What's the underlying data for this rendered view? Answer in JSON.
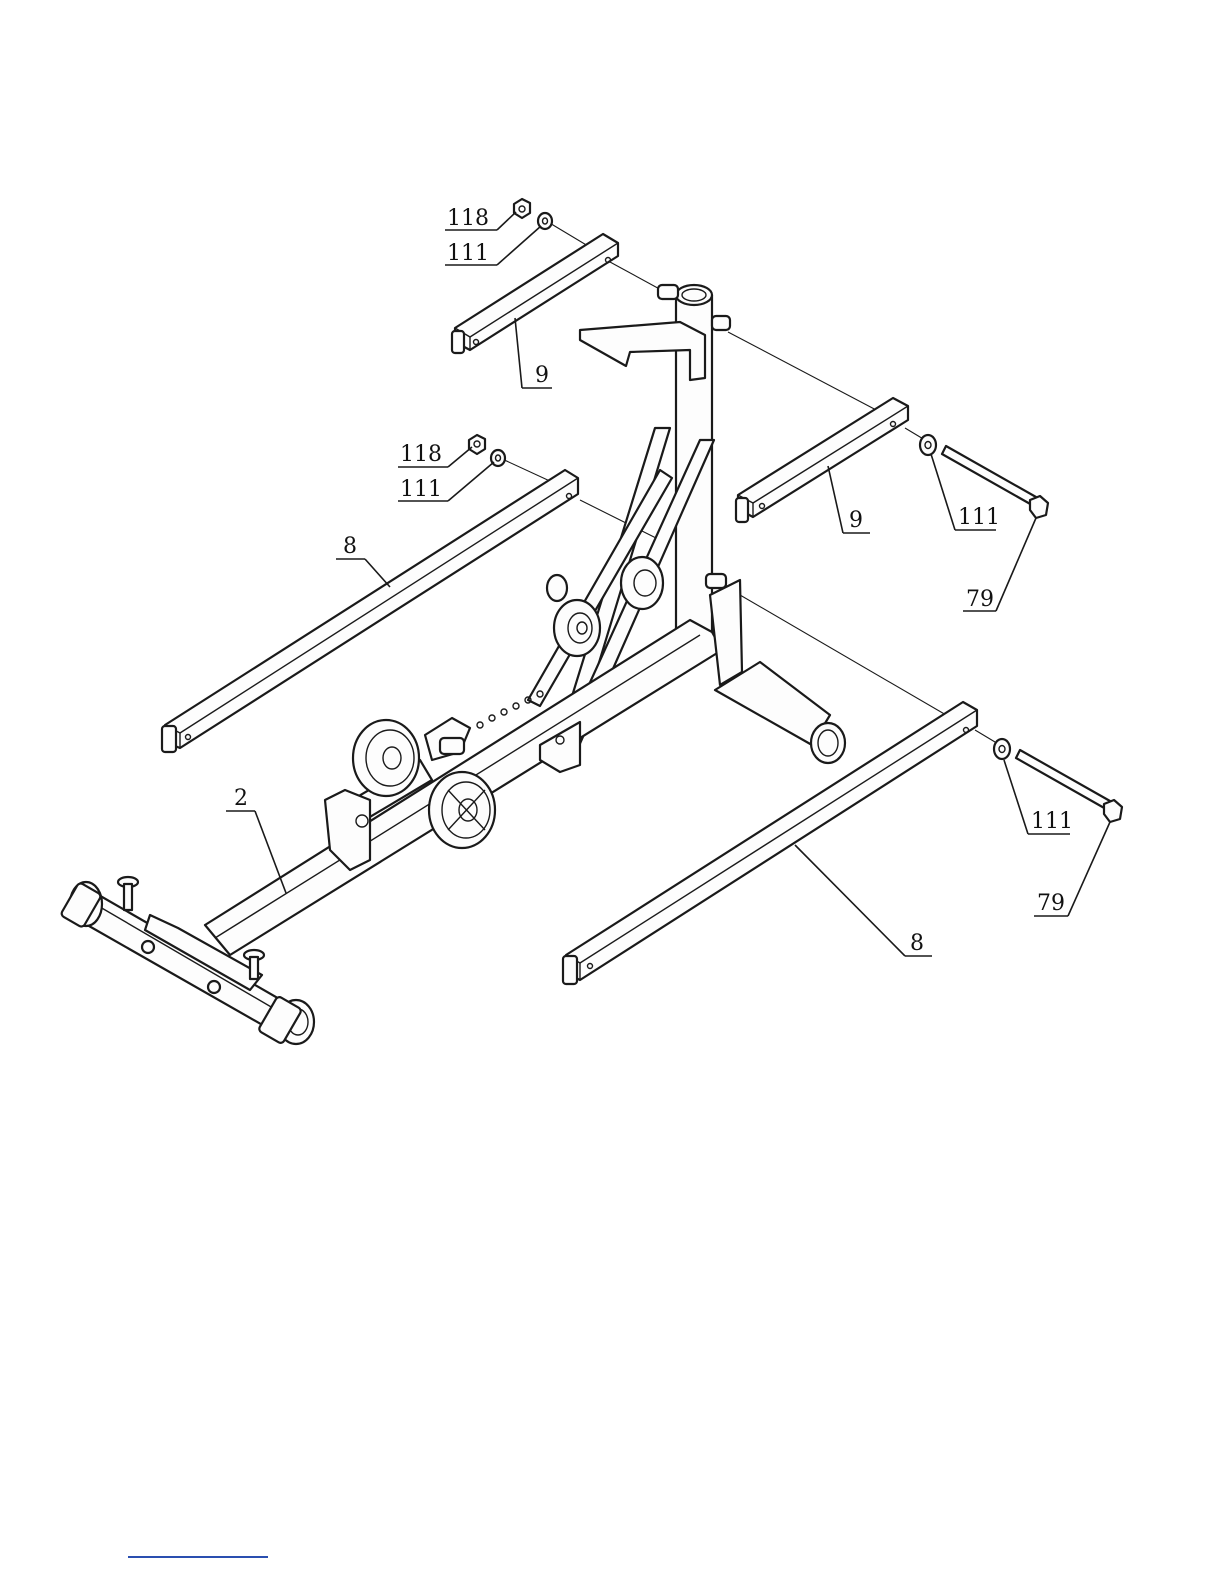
{
  "callouts": {
    "c118_top": "118",
    "c111_top": "111",
    "c9_left": "9",
    "c118_mid": "118",
    "c111_mid": "111",
    "c9_right": "9",
    "c111_right_upper": "111",
    "c79_upper": "79",
    "c8_left": "8",
    "c2": "2",
    "c111_right_lower": "111",
    "c79_lower": "79",
    "c8_bottom": "8"
  },
  "colors": {
    "ink": "#1a1a1a",
    "paper": "#ffffff",
    "footer_rule": "#2a4fb0"
  }
}
